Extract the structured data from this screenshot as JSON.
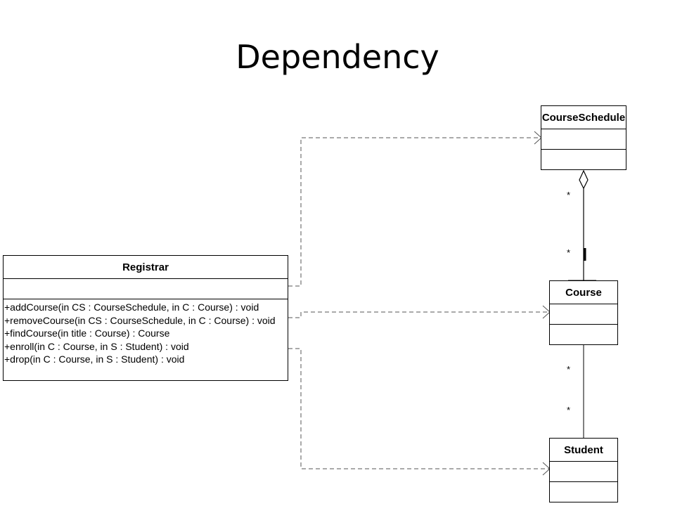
{
  "title": "Dependency",
  "classes": {
    "registrar": {
      "name": "Registrar",
      "operations": [
        "+addCourse(in CS : CourseSchedule, in C : Course) : void",
        "+removeCourse(in CS : CourseSchedule, in C : Course) : void",
        "+findCourse(in title : Course) : Course",
        "+enroll(in C : Course, in S : Student) : void",
        "+drop(in C : Course, in S : Student) : void"
      ]
    },
    "course_schedule": {
      "name": "CourseSchedule"
    },
    "course": {
      "name": "Course"
    },
    "student": {
      "name": "Student"
    }
  },
  "relations": {
    "aggregation": {
      "source_multiplicity": "*",
      "target_multiplicity": "*"
    },
    "association": {
      "source_multiplicity": "*",
      "target_multiplicity": "*"
    }
  }
}
